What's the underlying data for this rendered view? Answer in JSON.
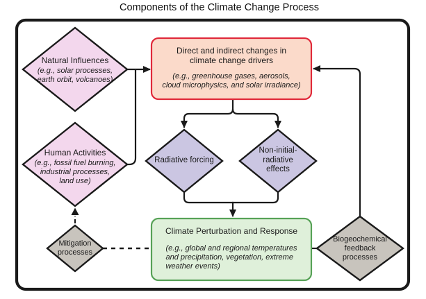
{
  "title": "Components of the Climate Change Process",
  "colors": {
    "pink_fill": "#f3d7ed",
    "purple_fill": "#cbc6e2",
    "gray_fill": "#c8c4bd",
    "drivers_fill": "#fbdaca",
    "drivers_border": "#e0293a",
    "response_fill": "#dff0da",
    "response_border": "#57a257",
    "line": "#1a1a1a"
  },
  "nodes": {
    "natural": {
      "heading": "Natural Influences",
      "detail": "(e.g., solar processes,\nearth orbit, volcanoes)"
    },
    "drivers": {
      "heading": "Direct and indirect changes in\nclimate change drivers",
      "detail": "(e.g., greenhouse gases, aerosols,\ncloud microphysics, and solar irradiance)"
    },
    "human": {
      "heading": "Human Activities",
      "detail": "(e.g., fossil fuel burning,\nindustrial processes,\nland use)"
    },
    "radiative": {
      "label": "Radiative forcing"
    },
    "non_initial": {
      "label": "Non-initial-\nradiative\neffects"
    },
    "response": {
      "heading": "Climate Perturbation and Response",
      "detail": "(e.g., global and regional temperatures\nand precipitation, vegetation, extreme\nweather events)"
    },
    "mitigation": {
      "label": "Mitigation\nprocesses"
    },
    "biogeochemical": {
      "label": "Biogeochemical\nfeedback\nprocesses"
    }
  }
}
